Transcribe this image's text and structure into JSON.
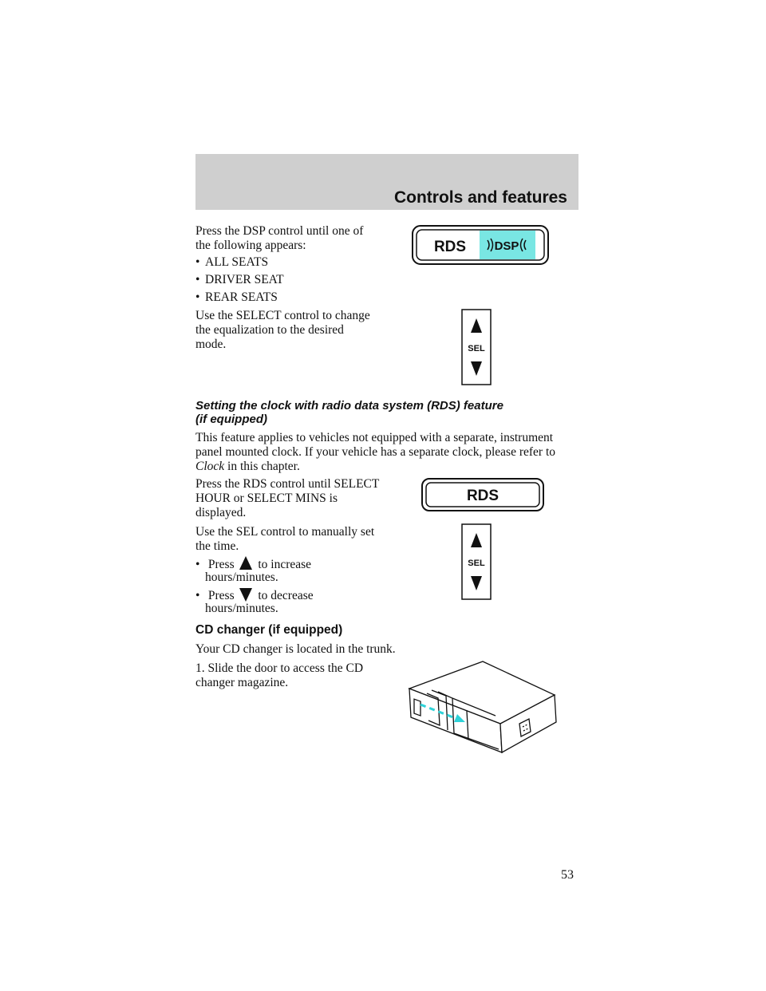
{
  "header": {
    "section_title": "Controls and features"
  },
  "dsp": {
    "intro_line1": "Press the DSP control until one of",
    "intro_line2": "the following appears:",
    "options": [
      "ALL SEATS",
      "DRIVER SEAT",
      "REAR SEATS"
    ],
    "select_line1": "Use the SELECT control to change",
    "select_line2": "the equalization to the desired",
    "select_line3": "mode.",
    "button_rds": "RDS",
    "button_dsp": "DSP",
    "sel_label": "SEL"
  },
  "clock": {
    "heading_line1": "Setting the clock with radio data system (RDS) feature",
    "heading_line2": "(if equipped)",
    "para1": "This feature applies to vehicles not equipped with a separate, instrument panel mounted clock. If your vehicle has a separate clock, please refer to",
    "para1_link": "Clock",
    "para1_end": "in this chapter.",
    "rds_line1": "Press the RDS control until SELECT",
    "rds_line2": "HOUR or SELECT MINS is",
    "rds_line3": "displayed.",
    "sel_line1": "Use the SEL control to manually set",
    "sel_line2": "the time.",
    "press_word": "Press",
    "increase_text": "to increase",
    "decrease_text": "to decrease",
    "hours_minutes": "hours/minutes.",
    "button_rds": "RDS",
    "sel_label": "SEL"
  },
  "cd": {
    "heading": "CD changer (if equipped)",
    "location": "Your CD changer is located in the trunk.",
    "step1_line1": "1. Slide the door to access the CD",
    "step1_line2": "changer magazine."
  },
  "page_number": "53",
  "colors": {
    "header_band": "#cfcfcf",
    "dsp_highlight": "#79e6e3",
    "arrow_cyan": "#2fd2d8"
  }
}
